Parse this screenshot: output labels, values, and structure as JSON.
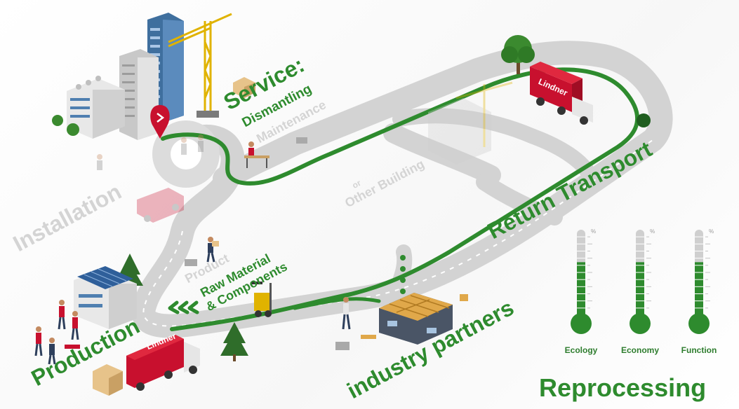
{
  "labels": {
    "service": "Service:",
    "dismantling": "Dismantling",
    "maintenance": "Maintenance",
    "other": "or",
    "other_building": "Other Building",
    "installation": "Installation",
    "product": "Product",
    "raw_material": "Raw Material",
    "components": "& Components",
    "production": "Production",
    "industry_partners": "industry partners",
    "return_transport": "Return Transport",
    "reprocessing": "Reprocessing"
  },
  "truck_brand": "Lindner",
  "meters": [
    {
      "label": "Ecology",
      "level": 0.62
    },
    {
      "label": "Economy",
      "level": 0.62
    },
    {
      "label": "Function",
      "level": 0.62
    }
  ],
  "percent_sign": "%",
  "colors": {
    "track_green": "#2e8b2e",
    "road_gray": "#d2d2d2",
    "truck_red": "#c8102e",
    "meter_green": "#2e8b2e",
    "meter_gray": "#cfcfcf"
  }
}
